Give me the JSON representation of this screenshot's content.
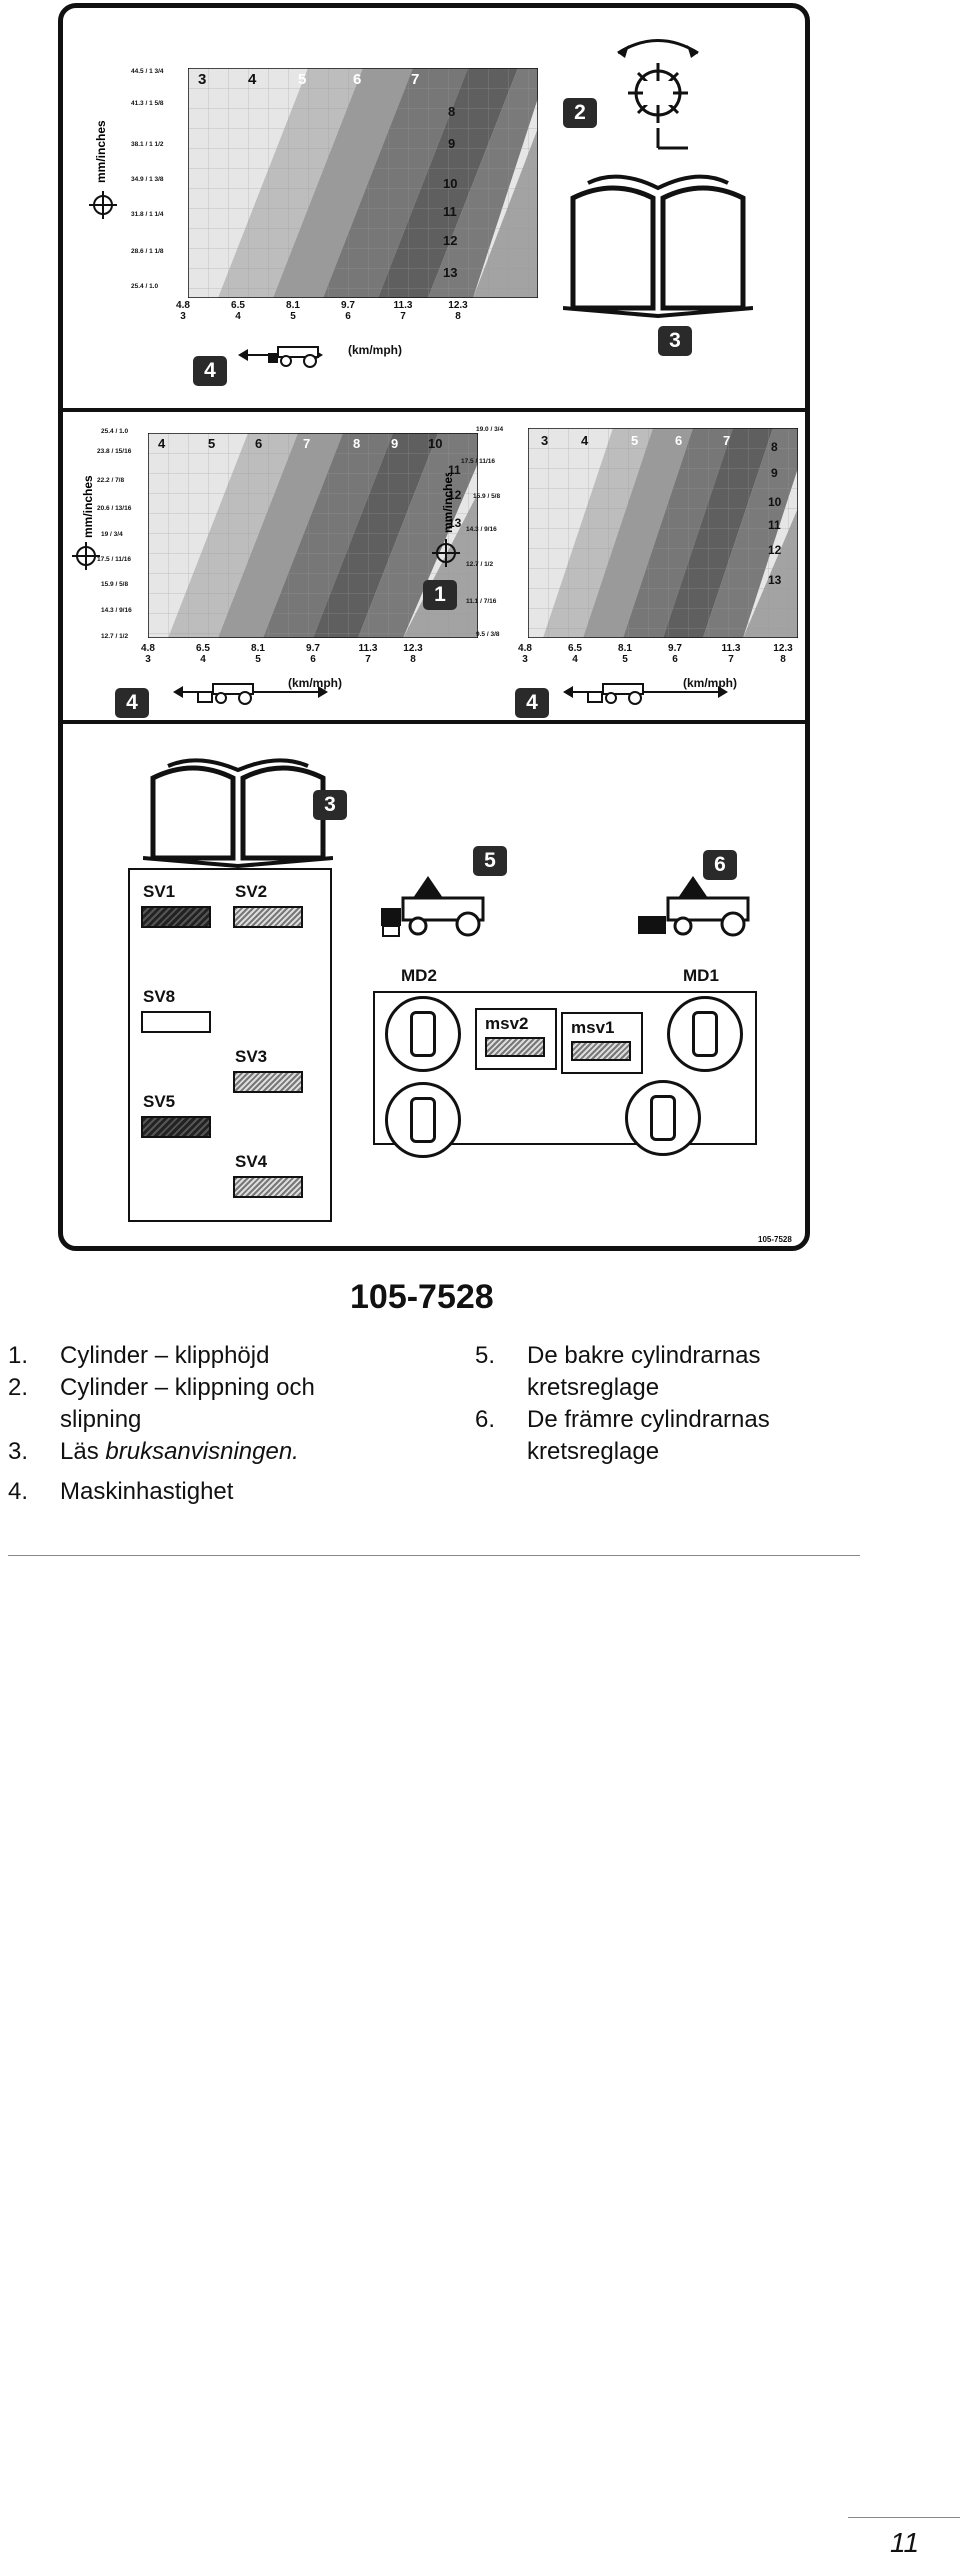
{
  "decal": {
    "part_number_small": "105-7528",
    "charts": [
      {
        "id": "chart-top",
        "y_labels": [
          "44.5 / 1 3/4",
          "41.3 / 1 5/8",
          "38.1 / 1 1/2",
          "34.9 / 1 3/8",
          "31.8 / 1 1/4",
          "28.6 / 1 1/8",
          "25.4 / 1.0"
        ],
        "top_zones": [
          "3",
          "4",
          "5",
          "6",
          "7"
        ],
        "right_zones": [
          "8",
          "9",
          "10",
          "11",
          "12",
          "13"
        ],
        "x_labels": [
          [
            "4.8",
            "3"
          ],
          [
            "6.5",
            "4"
          ],
          [
            "8.1",
            "5"
          ],
          [
            "9.7",
            "6"
          ],
          [
            "11.3",
            "7"
          ],
          [
            "12.3",
            "8"
          ]
        ],
        "units_axis": "mm/inches"
      },
      {
        "id": "chart-mid-left",
        "y_labels": [
          "25.4 / 1.0",
          "23.8 / 15/16",
          "22.2 / 7/8",
          "20.6 / 13/16",
          "19 / 3/4",
          "17.5 / 11/16",
          "15.9 / 5/8",
          "14.3 / 9/16",
          "12.7 / 1/2"
        ],
        "top_zones": [
          "4",
          "5",
          "6",
          "7",
          "8",
          "9",
          "10"
        ],
        "right_zones": [
          "11",
          "12",
          "13"
        ],
        "x_labels": [
          [
            "4.8",
            "3"
          ],
          [
            "6.5",
            "4"
          ],
          [
            "8.1",
            "5"
          ],
          [
            "9.7",
            "6"
          ],
          [
            "11.3",
            "7"
          ],
          [
            "12.3",
            "8"
          ]
        ],
        "units_axis": "mm/inches"
      },
      {
        "id": "chart-mid-right",
        "y_labels": [
          "19.0 / 3/4",
          "17.5 / 11/16",
          "15.9 / 5/8",
          "14.3 / 9/16",
          "12.7 / 1/2",
          "11.1 / 7/16",
          "9.5 / 3/8"
        ],
        "top_zones": [
          "3",
          "4",
          "5",
          "6",
          "7"
        ],
        "right_zones": [
          "8",
          "9",
          "10",
          "11",
          "12",
          "13"
        ],
        "x_labels": [
          [
            "4.8",
            "3"
          ],
          [
            "6.5",
            "4"
          ],
          [
            "8.1",
            "5"
          ],
          [
            "9.7",
            "6"
          ],
          [
            "11.3",
            "7"
          ],
          [
            "12.3",
            "8"
          ]
        ],
        "units_axis": "mm/inches"
      }
    ],
    "speed_label": "(km/mph)",
    "callouts": {
      "c1": "1",
      "c2": "2",
      "c3": "3",
      "c4": "4",
      "c5": "5",
      "c6": "6"
    },
    "sv": [
      "SV1",
      "SV2",
      "SV8",
      "SV3",
      "SV5",
      "SV4"
    ],
    "md": [
      "MD2",
      "MD1"
    ],
    "msv": [
      "msv2",
      "msv1"
    ]
  },
  "caption": {
    "title": "105-7528",
    "left_items": [
      {
        "n": "1.",
        "t": "Cylinder – klipphöjd"
      },
      {
        "n": "2.",
        "t": "Cylinder – klippning och"
      },
      {
        "n": "",
        "t": "slipning"
      },
      {
        "n": "3.",
        "t": "Läs ",
        "em": "bruksanvisningen."
      },
      {
        "n": "4.",
        "t": "Maskinhastighet"
      }
    ],
    "right_items": [
      {
        "n": "5.",
        "t": "De bakre cylindrarnas"
      },
      {
        "n": "",
        "t": "kretsreglage"
      },
      {
        "n": "6.",
        "t": "De främre cylindrarnas"
      },
      {
        "n": "",
        "t": "kretsreglage"
      }
    ]
  },
  "page_number": "11"
}
